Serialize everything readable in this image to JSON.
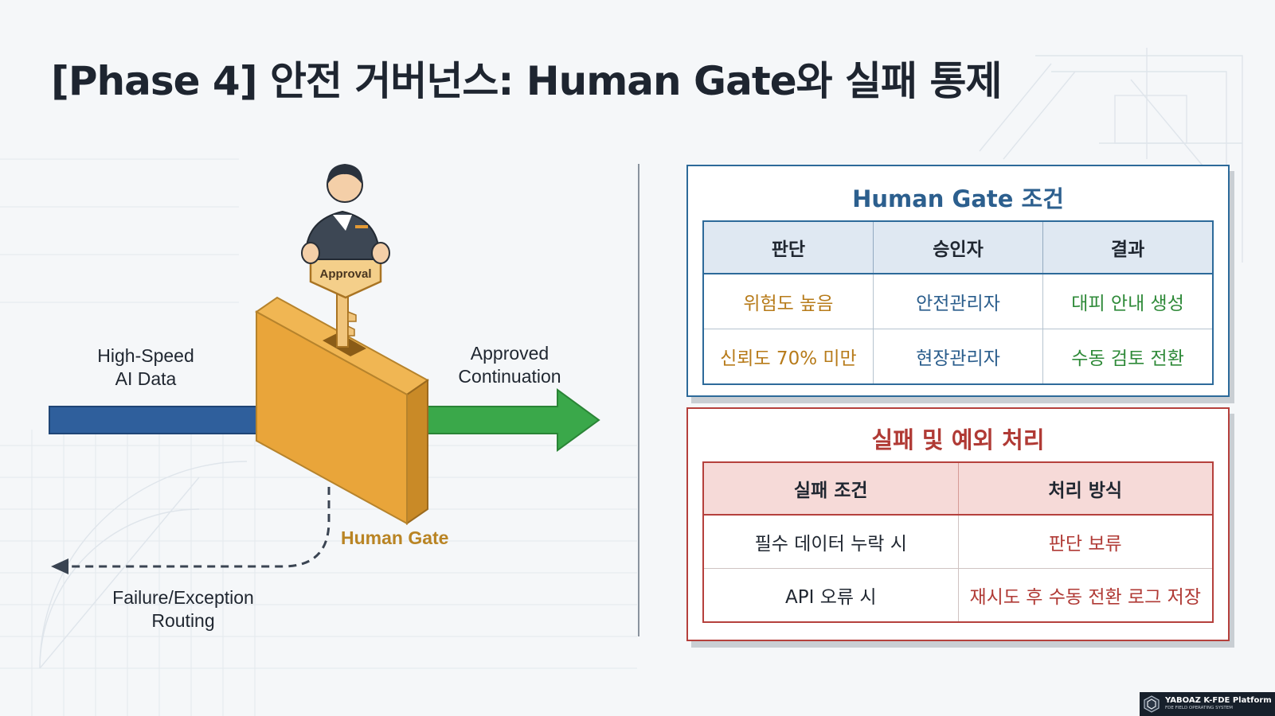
{
  "title": "[Phase 4] 안전 거버넌스: Human Gate와 실패 통제",
  "diagram": {
    "input_label": [
      "High-Speed",
      "AI Data"
    ],
    "output_label": [
      "Approved",
      "Continuation"
    ],
    "failure_label": [
      "Failure/Exception",
      "Routing"
    ],
    "gate_label": "Human Gate",
    "key_tag_label": "Approval",
    "colors": {
      "input_arrow": "#2f5f9c",
      "output_arrow": "#3aa84a",
      "gate": "#e9a53a",
      "gate_label": "#b98424"
    }
  },
  "human_gate_panel": {
    "title": "Human Gate 조건",
    "headers": [
      "판단",
      "승인자",
      "결과"
    ],
    "rows": [
      [
        "위험도 높음",
        "안전관리자",
        "대피 안내 생성"
      ],
      [
        "신뢰도 70% 미만",
        "현장관리자",
        "수동 검토 전환"
      ]
    ],
    "color": "#2d6a9a"
  },
  "failure_panel": {
    "title": "실패 및 예외 처리",
    "headers": [
      "실패 조건",
      "처리 방식"
    ],
    "rows": [
      [
        "필수 데이터 누락 시",
        "판단 보류"
      ],
      [
        "API 오류 시",
        "재시도 후 수동 전환 로그 저장"
      ]
    ],
    "color": "#b5403c"
  },
  "branding": {
    "name": "YABOAZ K-FDE Platform",
    "tagline": "FDE FIELD OPERATING SYSTEM"
  }
}
